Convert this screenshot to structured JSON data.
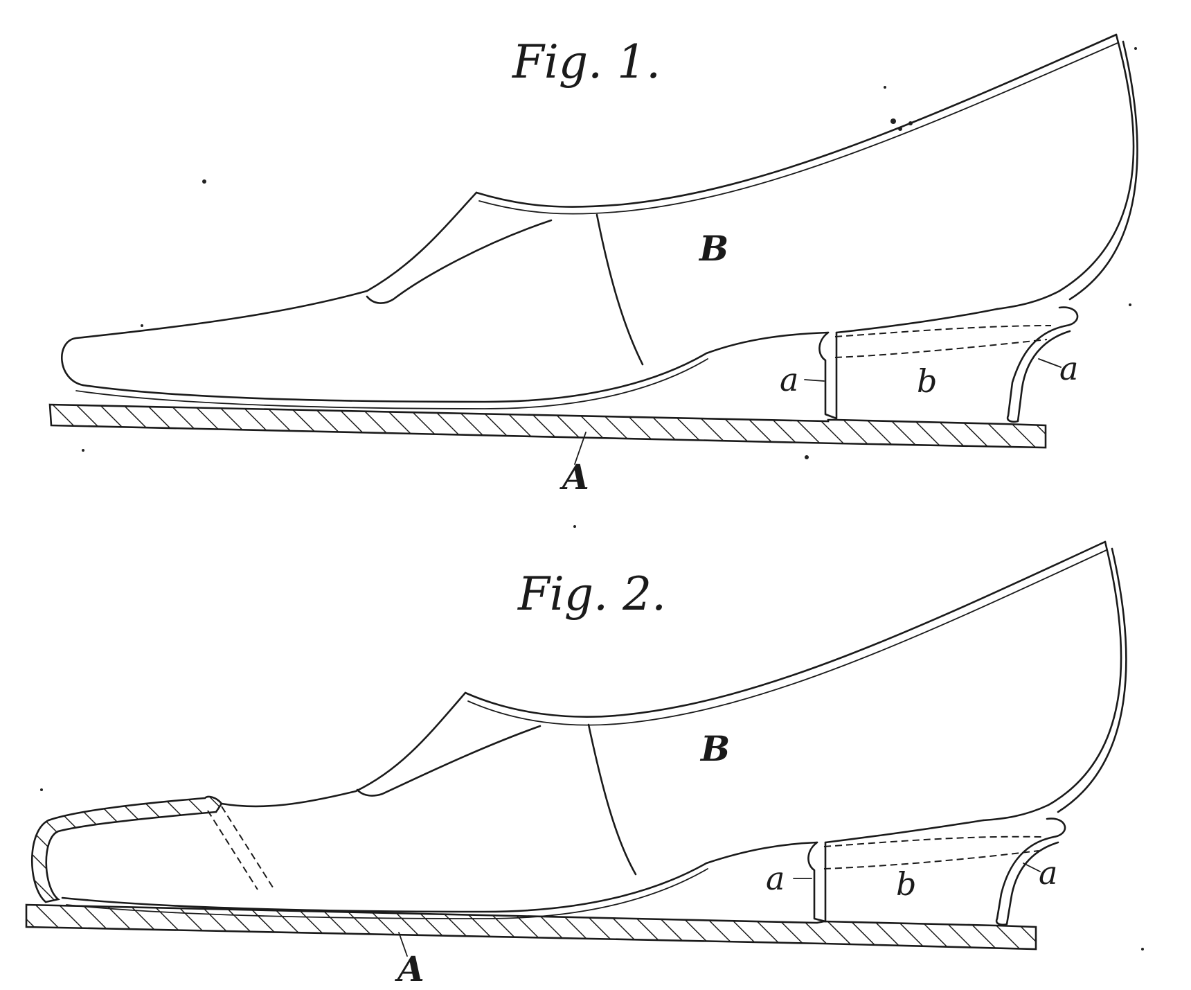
{
  "figures": [
    {
      "title": "Fig. 1.",
      "labels": {
        "upper": "B",
        "base": "A",
        "left_lug": "a",
        "right_lug": "a",
        "gap": "b"
      }
    },
    {
      "title": "Fig. 2.",
      "labels": {
        "upper": "B",
        "base": "A",
        "left_lug": "a",
        "right_lug": "a",
        "gap": "b"
      }
    }
  ]
}
